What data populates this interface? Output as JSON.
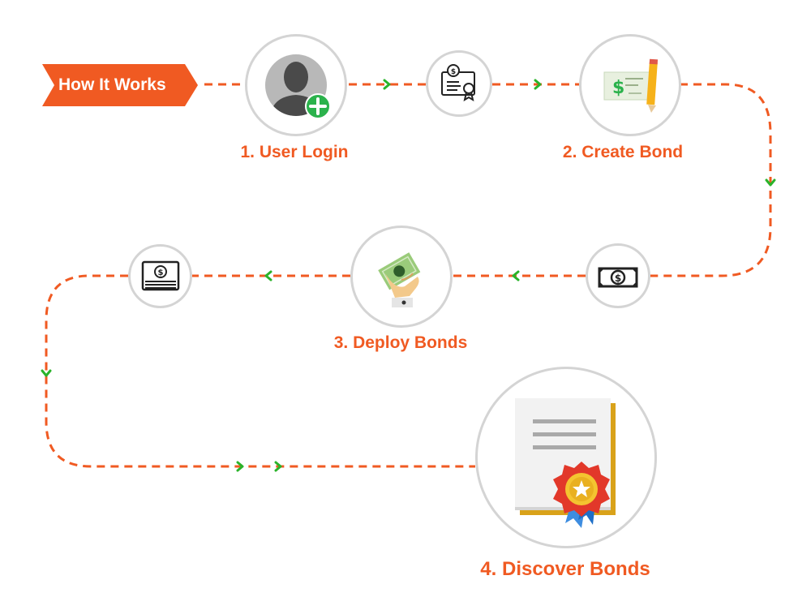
{
  "banner": {
    "text": "How It Works"
  },
  "steps": [
    {
      "label": "1. User Login",
      "icon": "user-add-icon"
    },
    {
      "label": "2. Create Bond",
      "icon": "cheque-pencil-icon"
    },
    {
      "label": "3. Deploy Bonds",
      "icon": "hand-money-icon"
    },
    {
      "label": "4. Discover Bonds",
      "icon": "certificate-award-icon"
    }
  ],
  "connector_icons": [
    "certificate-icon",
    "dollar-bill-icon",
    "money-stack-icon"
  ],
  "colors": {
    "accent": "#f05a22",
    "arrow": "#2ab32a",
    "circle_border": "#d4d4d4",
    "add_badge": "#2bb24c"
  }
}
